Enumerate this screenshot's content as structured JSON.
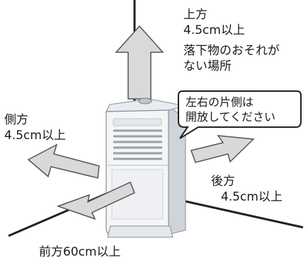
{
  "labels": {
    "top_line1": "上方",
    "top_line2": "4.5cm以上",
    "top_line3": "落下物のおそれが",
    "top_line4": "ない場所",
    "side_line1": "側方",
    "side_line2": "4.5cm以上",
    "back_line1": "後方",
    "back_line2": "4.5cm以上",
    "front_line1": "前方60cm以上"
  },
  "callout": {
    "line1": "左右の片側は",
    "line2": "開放してください"
  },
  "colors": {
    "arrow_fill": "#d9d9d9",
    "arrow_stroke": "#555555",
    "line": "#222222",
    "heater_body": "#f4f5f7",
    "heater_side": "#cfd4db"
  }
}
